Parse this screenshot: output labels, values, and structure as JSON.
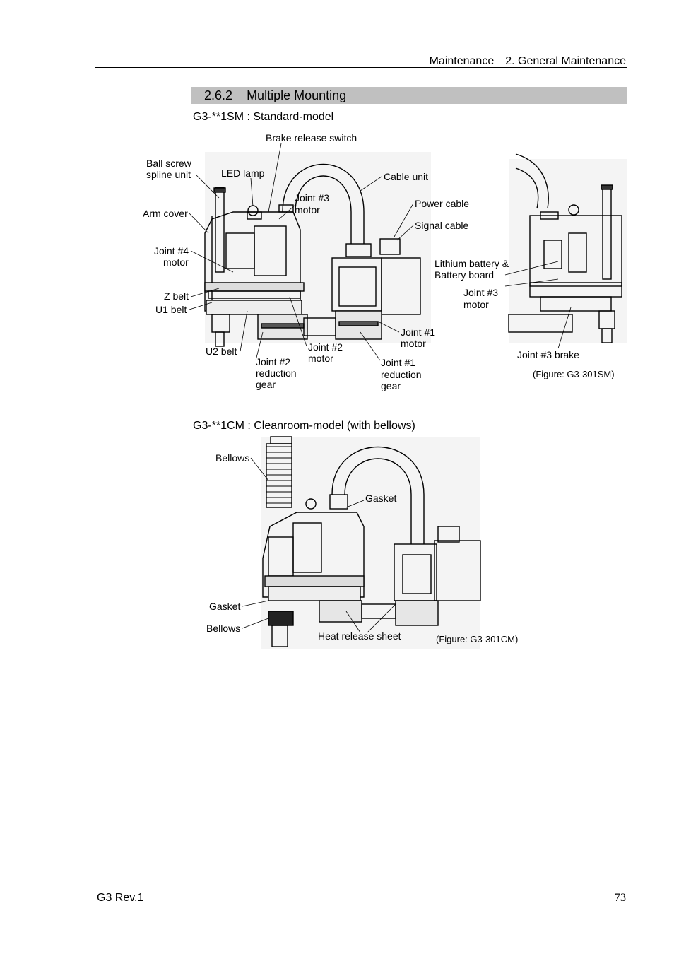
{
  "header": {
    "running_title": "Maintenance　2. General Maintenance"
  },
  "section": {
    "number": "2.6.2",
    "title": "Multiple Mounting"
  },
  "standard_model": {
    "heading": "G3-**1SM : Standard-model",
    "labels": {
      "brake_release_switch": "Brake release switch",
      "ball_screw_1": "Ball  screw",
      "ball_screw_2": "spline  unit",
      "led_lamp": "LED lamp",
      "cable_unit": "Cable unit",
      "joint3_motor_a_1": "Joint #3",
      "joint3_motor_a_2": "motor",
      "power_cable": "Power cable",
      "arm_cover": "Arm cover",
      "signal_cable": "Signal cable",
      "joint4_motor_1": "Joint #4",
      "joint4_motor_2": "motor",
      "lithium_1": "Lithium battery &",
      "lithium_2": "Battery board",
      "joint3_motor_b_1": "Joint #3",
      "joint3_motor_b_2": "motor",
      "z_belt": "Z belt",
      "u1_belt": "U1 belt",
      "joint1_motor_1": "Joint #1",
      "joint1_motor_2": "motor",
      "joint2_motor_1": "Joint #2",
      "joint2_motor_2": "motor",
      "u2_belt": "U2  belt",
      "joint2_gear_1": "Joint #2",
      "joint2_gear_2": "reduction",
      "joint2_gear_3": "gear",
      "joint1_gear_1": "Joint #1",
      "joint1_gear_2": "reduction",
      "joint1_gear_3": "gear",
      "joint3_brake": "Joint  #3  brake"
    },
    "caption": "(Figure: G3-301SM)"
  },
  "cleanroom_model": {
    "heading": "G3-**1CM : Cleanroom-model (with bellows)",
    "labels": {
      "bellows_top": "Bellows",
      "gasket_top": "Gasket",
      "gasket_bottom": "Gasket",
      "bellows_bottom": "Bellows",
      "heat_release_sheet": "Heat release sheet"
    },
    "caption": "(Figure: G3-301CM)"
  },
  "footer": {
    "left": "G3 Rev.1",
    "page_number": "73"
  }
}
